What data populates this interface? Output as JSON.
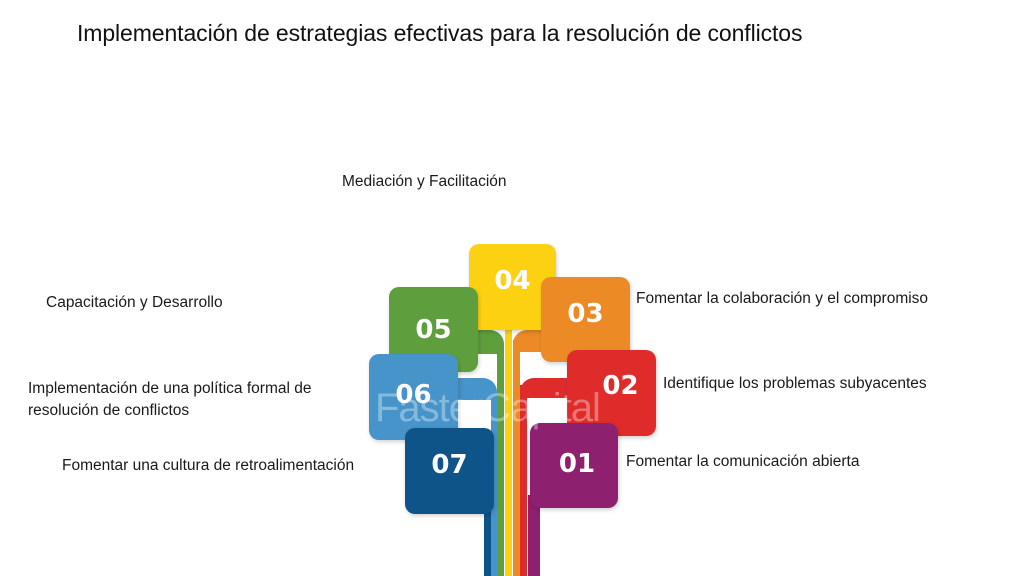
{
  "title": "Implementación de estrategias efectivas para la resolución de conflictos",
  "items": [
    {
      "number": "01",
      "label": "Fomentar la comunicación abierta",
      "color": "#8e2070"
    },
    {
      "number": "02",
      "label": "Identifique los problemas subyacentes",
      "color": "#e02b2b"
    },
    {
      "number": "03",
      "label": "Fomentar la colaboración y el compromiso",
      "color": "#ec8a25"
    },
    {
      "number": "04",
      "label": "Mediación y Facilitación",
      "color": "#fcd112"
    },
    {
      "number": "05",
      "label": "Capacitación y Desarrollo",
      "color": "#5f9e3d"
    },
    {
      "number": "06",
      "label_line1": "Implementación de una política formal de",
      "label_line2": "resolución de conflictos",
      "color": "#4694c9"
    },
    {
      "number": "07",
      "label": "Fomentar una cultura de retroalimentación",
      "color": "#0e5488"
    }
  ],
  "watermark": "FasterCapital"
}
